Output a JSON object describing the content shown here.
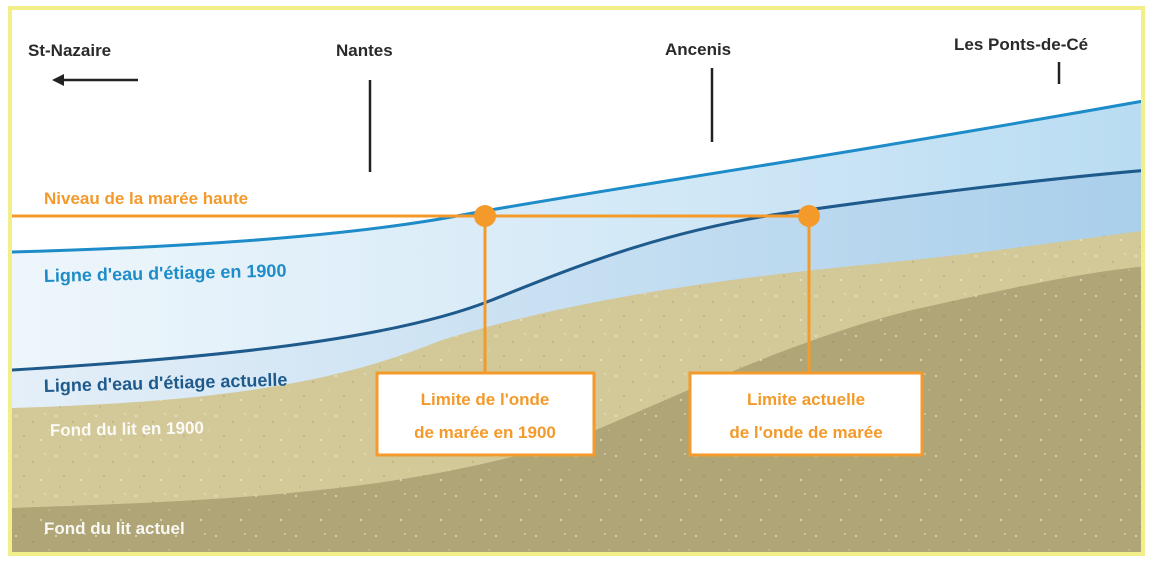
{
  "places": {
    "st_nazaire": "St-Nazaire",
    "nantes": "Nantes",
    "ancenis": "Ancenis",
    "ponts_de_ce": "Les Ponts-de-Cé"
  },
  "labels": {
    "high_tide": "Niveau de la marée haute",
    "water_1900": "Ligne d'eau d'étiage en 1900",
    "water_current": "Ligne d'eau d'étiage actuelle",
    "bed_1900": "Fond du lit en 1900",
    "bed_current": "Fond du lit actuel"
  },
  "boxes": {
    "limit_1900": {
      "line1": "Limite de l'onde",
      "line2": "de marée en 1900"
    },
    "limit_current": {
      "line1": "Limite actuelle",
      "line2": "de l'onde de marée"
    }
  },
  "colors": {
    "orange": "#f39a2b",
    "water_line_1900": "#1d8cc8",
    "water_line_current": "#1f5a8c",
    "bed_1900": "#d2c898",
    "bed_current": "#b0a577",
    "frame": "#f2ee8a"
  }
}
